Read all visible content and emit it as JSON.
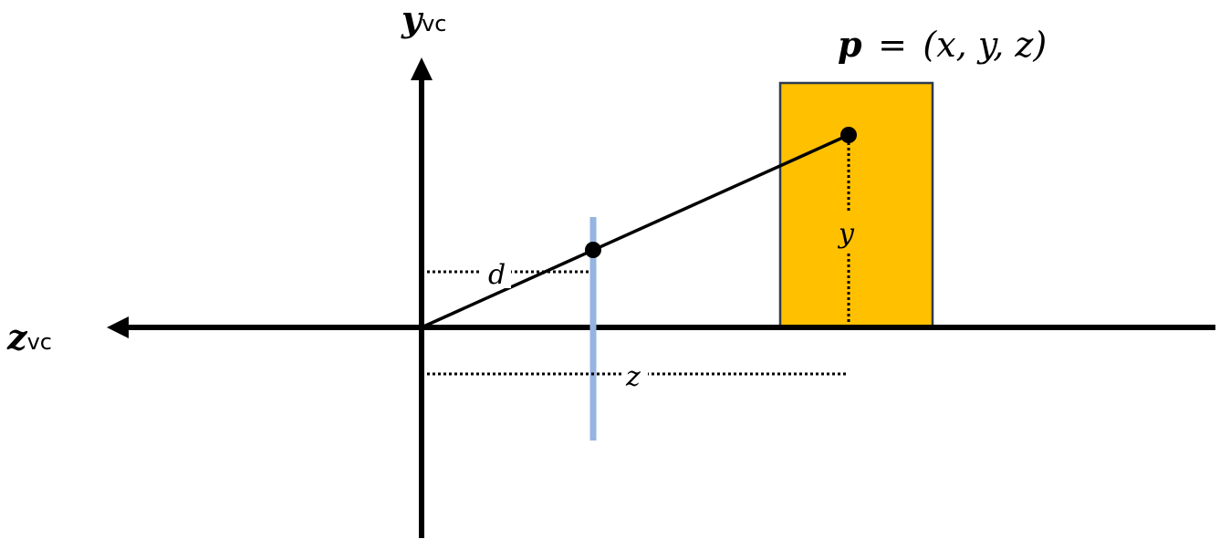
{
  "axes": {
    "vertical": {
      "symbol": "y",
      "subscript": "vc"
    },
    "horizontal": {
      "symbol": "z",
      "subscript": "vc"
    }
  },
  "point": {
    "symbol": "p",
    "equals": "=",
    "coords": "(x, y, z)"
  },
  "measures": {
    "d": "d",
    "y": "y",
    "z": "z"
  },
  "colors": {
    "axis": "#000000",
    "object_fill": "#FFC000",
    "object_stroke": "#2F3B4C",
    "image_plane": "#96B4E0"
  }
}
